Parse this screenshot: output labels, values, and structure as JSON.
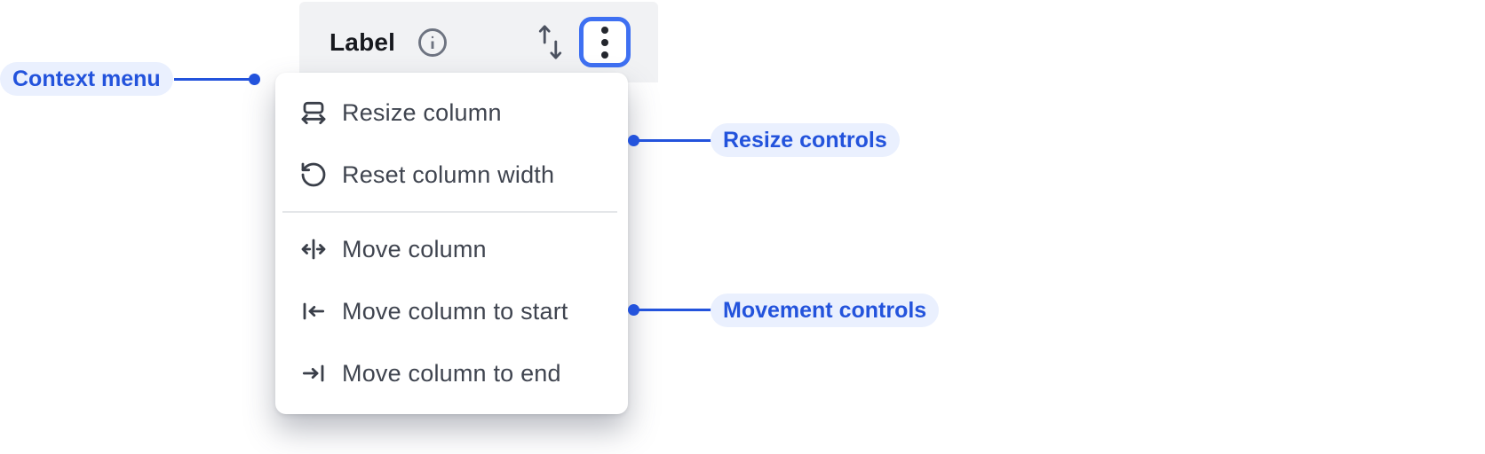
{
  "header": {
    "label": "Label",
    "info_icon": "info-icon",
    "sort_icon": "sort-arrows-icon",
    "menu_button_icon": "kebab-menu-icon"
  },
  "menu": {
    "items": [
      {
        "label": "Resize column",
        "icon": "resize-column-icon"
      },
      {
        "label": "Reset column width",
        "icon": "reset-column-width-icon"
      },
      {
        "label": "Move column",
        "icon": "move-column-icon"
      },
      {
        "label": "Move column to start",
        "icon": "move-column-to-start-icon"
      },
      {
        "label": "Move column to end",
        "icon": "move-column-to-end-icon"
      }
    ],
    "divider_after_index": 1
  },
  "annotations": {
    "context_menu": {
      "label": "Context menu"
    },
    "resize_controls": {
      "label": "Resize controls"
    },
    "movement_controls": {
      "label": "Movement controls"
    }
  },
  "colors": {
    "annotation_text": "#2353dc",
    "annotation_bg": "#eaf0fe",
    "connector": "#2353dc",
    "focus_ring": "#3e70f2",
    "header_bg": "#f1f2f4",
    "menu_bg": "#ffffff",
    "menu_text": "#3f444f",
    "icon_stroke": "#3a3f49",
    "divider": "#e4e6e9"
  }
}
